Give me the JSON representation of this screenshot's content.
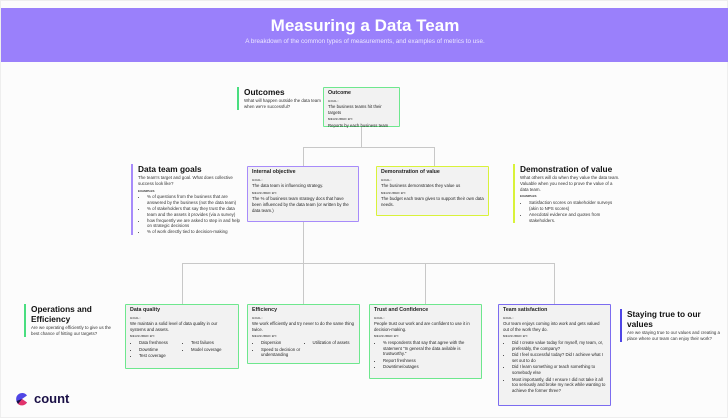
{
  "header": {
    "title": "Measuring a Data Team",
    "subtitle": "A breakdown of the common types of measurements, and examples of metrics to use."
  },
  "labels": {
    "goal": "GOAL:",
    "measured": "MEASURED BY:",
    "examples": "EXAMPLES"
  },
  "sections": {
    "outcomes": {
      "title": "Outcomes",
      "desc": "What will happen outside the data team when we're successful?",
      "color": "#4ade80"
    },
    "goals": {
      "title": "Data team goals",
      "desc": "The team's target and goal. What does collective success look like?",
      "examples": [
        "% of questions from the business that are answered by the business (not the data team)",
        "% of stakeholders that say they trust the data team and the assets it provides (via a survey)",
        "how frequently we are asked to step in and help on strategic decisions",
        "% of work directly tied to decision-making"
      ],
      "color": "#a78bfa"
    },
    "value": {
      "title": "Demonstration of value",
      "desc": "What others will do when they value the data team. Valuable when you need to prove the value of a data team.",
      "examples": [
        "Satisfaction scores on stakeholder surveys (akin to NPS scores)",
        "Anecdotal evidence and quotes from stakeholders."
      ],
      "color": "#d9f23a"
    },
    "ops": {
      "title": "Operations and Efficiency",
      "desc": "Are we operating efficiently to give us the best chance of hitting our targets?",
      "color": "#4ade80"
    },
    "values": {
      "title": "Staying true to our values",
      "desc": "Are we staying true to our values and creating a place where our team can enjoy their work?",
      "color": "#4f46e5"
    }
  },
  "boxes": {
    "outcome": {
      "title": "Outcome",
      "goal": "The business teams hit their targets",
      "measured": "Reports by each business team"
    },
    "internal": {
      "title": "Internal objective",
      "goal": "The data team is influencing strategy.",
      "measured": "The % of business team strategy docs that have been influenced by the data team (or written by the data team.)"
    },
    "demo": {
      "title": "Demonstration of value",
      "goal": "The business demonstrates they value us",
      "measured": "The budget each team gives to support their own data needs."
    },
    "quality": {
      "title": "Data quality",
      "goal": "We maintain a solid level of data quality in our systems and assets.",
      "col1": [
        "Data freshness",
        "Downtime",
        "Test coverage"
      ],
      "col2": [
        "Test failures",
        "Model coverage"
      ]
    },
    "efficiency": {
      "title": "Efficiency",
      "goal": "We work efficiently and try never to do the same thing twice.",
      "col1": [
        "Dispersion",
        "Speed to decision or understanding"
      ],
      "col2": [
        "Utilization of assets"
      ]
    },
    "trust": {
      "title": "Trust and Confidence",
      "goal": "People trust our work and are confident to use it in decision-making.",
      "items": [
        "% respondents that say that agree with the statement \"In general the data avilable is trustworthy.\"",
        "Report freshness",
        "Downtime/outages"
      ]
    },
    "satisfaction": {
      "title": "Team satisfaction",
      "goal": "Our team enjoys coming into work and gets valued out of the work they do.",
      "items": [
        "Did I create value today for myself, my team, or, preferably, the company?",
        "Did I feel successful today? Did I achieve what I set out to do",
        "Did I learn something or teach something to somebody else",
        "Most importantly, did I ensure I did not take it all too seriously and broke my neck while wanting to achieve the former three?"
      ]
    }
  },
  "brand": {
    "name": "count"
  }
}
